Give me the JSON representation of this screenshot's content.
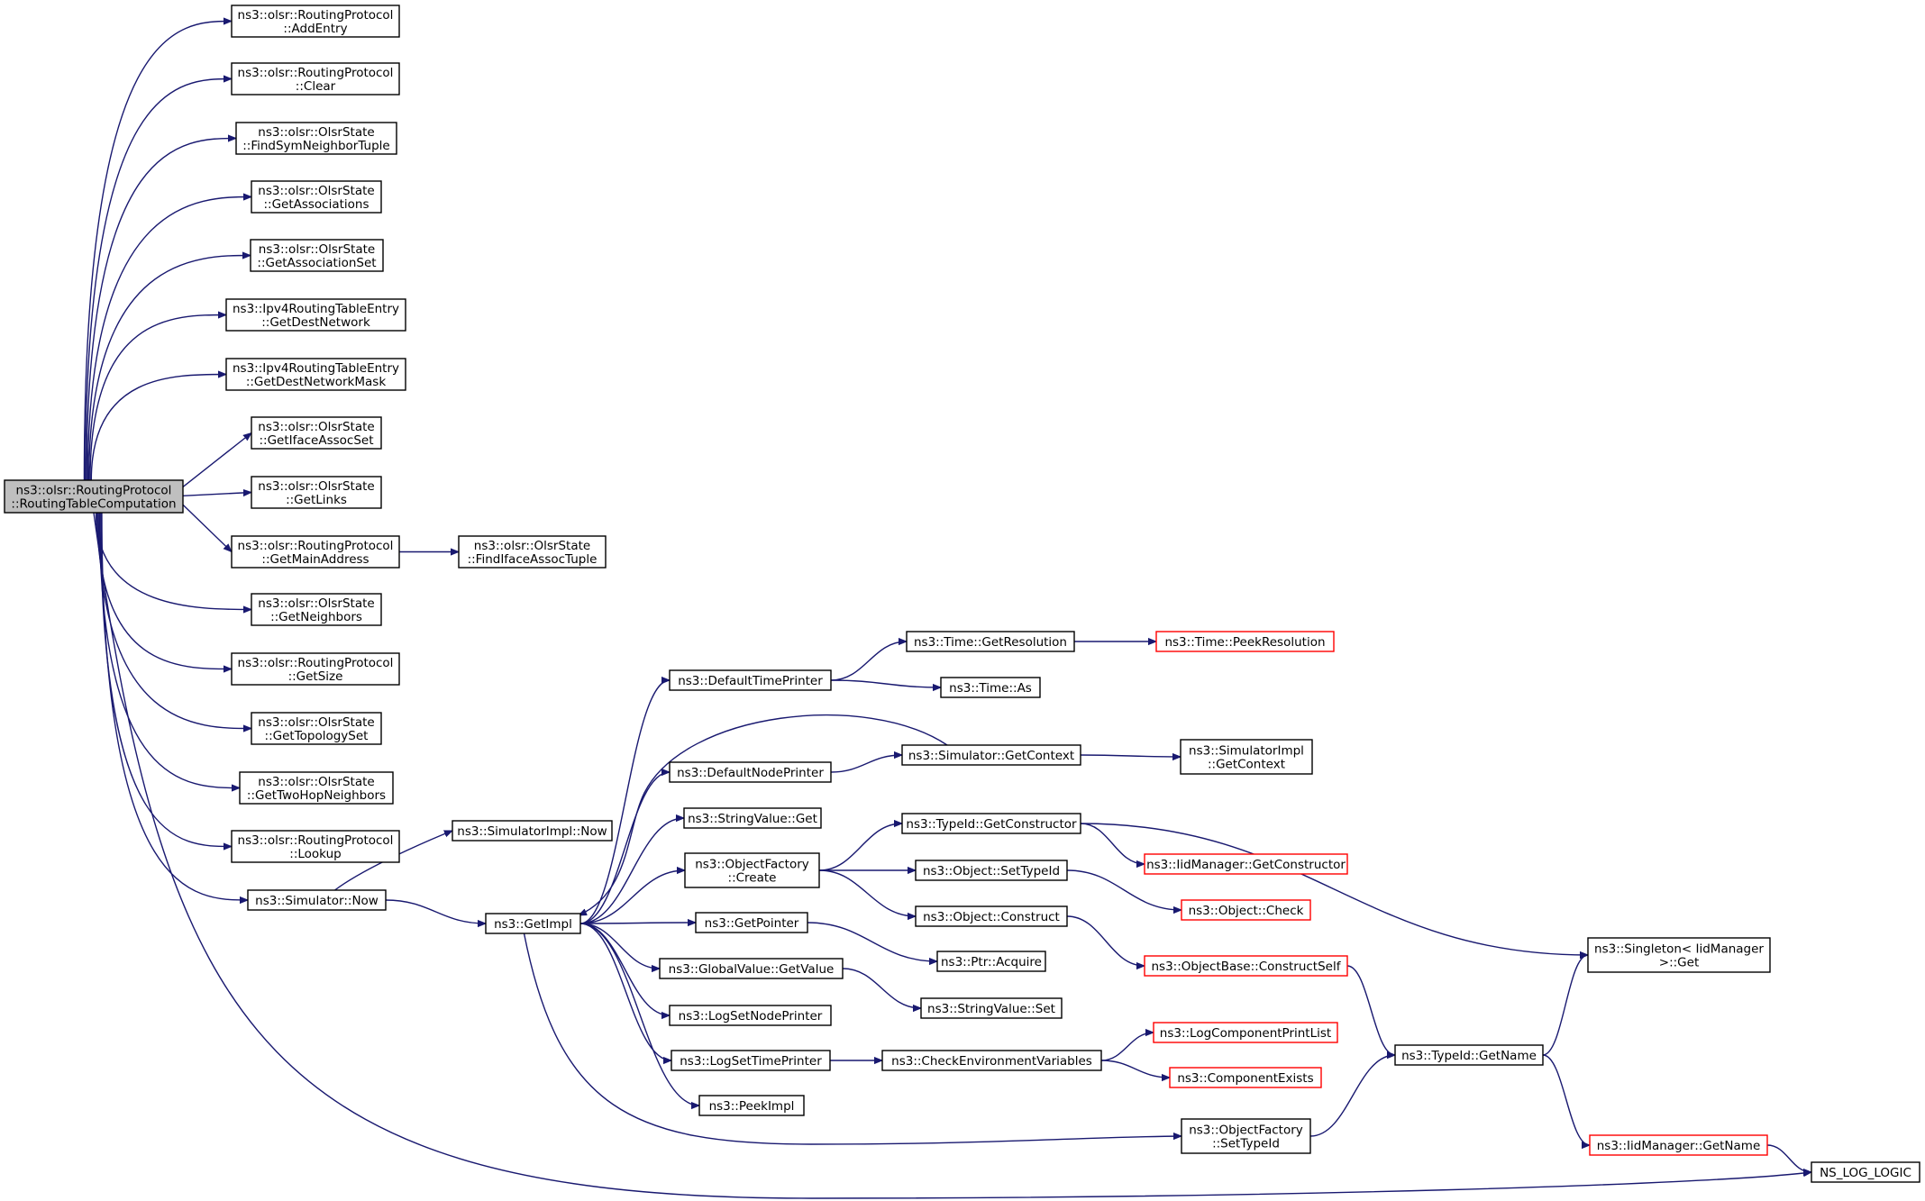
{
  "graph": {
    "nodes": [
      {
        "id": "root",
        "lines": [
          "ns3::olsr::RoutingProtocol",
          "::RoutingTableComputation"
        ],
        "root": true
      },
      {
        "id": "addEntry",
        "lines": [
          "ns3::olsr::RoutingProtocol",
          "::AddEntry"
        ]
      },
      {
        "id": "clear",
        "lines": [
          "ns3::olsr::RoutingProtocol",
          "::Clear"
        ]
      },
      {
        "id": "findSym",
        "lines": [
          "ns3::olsr::OlsrState",
          "::FindSymNeighborTuple"
        ]
      },
      {
        "id": "getAssociations",
        "lines": [
          "ns3::olsr::OlsrState",
          "::GetAssociations"
        ]
      },
      {
        "id": "getAssociationSet",
        "lines": [
          "ns3::olsr::OlsrState",
          "::GetAssociationSet"
        ]
      },
      {
        "id": "getDestNetwork",
        "lines": [
          "ns3::Ipv4RoutingTableEntry",
          "::GetDestNetwork"
        ]
      },
      {
        "id": "getDestNetworkMask",
        "lines": [
          "ns3::Ipv4RoutingTableEntry",
          "::GetDestNetworkMask"
        ]
      },
      {
        "id": "getIfaceAssocSet",
        "lines": [
          "ns3::olsr::OlsrState",
          "::GetIfaceAssocSet"
        ]
      },
      {
        "id": "getLinks",
        "lines": [
          "ns3::olsr::OlsrState",
          "::GetLinks"
        ]
      },
      {
        "id": "getMainAddress",
        "lines": [
          "ns3::olsr::RoutingProtocol",
          "::GetMainAddress"
        ]
      },
      {
        "id": "findIfaceAssoc",
        "lines": [
          "ns3::olsr::OlsrState",
          "::FindIfaceAssocTuple"
        ]
      },
      {
        "id": "getNeighbors",
        "lines": [
          "ns3::olsr::OlsrState",
          "::GetNeighbors"
        ]
      },
      {
        "id": "getSize",
        "lines": [
          "ns3::olsr::RoutingProtocol",
          "::GetSize"
        ]
      },
      {
        "id": "getTopologySet",
        "lines": [
          "ns3::olsr::OlsrState",
          "::GetTopologySet"
        ]
      },
      {
        "id": "getTwoHop",
        "lines": [
          "ns3::olsr::OlsrState",
          "::GetTwoHopNeighbors"
        ]
      },
      {
        "id": "lookup",
        "lines": [
          "ns3::olsr::RoutingProtocol",
          "::Lookup"
        ]
      },
      {
        "id": "simNow",
        "lines": [
          "ns3::Simulator::Now"
        ]
      },
      {
        "id": "simImplNow",
        "lines": [
          "ns3::SimulatorImpl::Now"
        ]
      },
      {
        "id": "getImpl",
        "lines": [
          "ns3::GetImpl"
        ]
      },
      {
        "id": "defTimePrinter",
        "lines": [
          "ns3::DefaultTimePrinter"
        ]
      },
      {
        "id": "timeGetRes",
        "lines": [
          "ns3::Time::GetResolution"
        ]
      },
      {
        "id": "timePeekRes",
        "lines": [
          "ns3::Time::PeekResolution"
        ],
        "red": true
      },
      {
        "id": "timeAs",
        "lines": [
          "ns3::Time::As"
        ]
      },
      {
        "id": "simGetContext",
        "lines": [
          "ns3::Simulator::GetContext"
        ]
      },
      {
        "id": "defNodePrinter",
        "lines": [
          "ns3::DefaultNodePrinter"
        ]
      },
      {
        "id": "simImplGetContext",
        "lines": [
          "ns3::SimulatorImpl",
          "::GetContext"
        ]
      },
      {
        "id": "stringValueGet",
        "lines": [
          "ns3::StringValue::Get"
        ]
      },
      {
        "id": "objFactoryCreate",
        "lines": [
          "ns3::ObjectFactory",
          "::Create"
        ]
      },
      {
        "id": "typeIdGetCtor",
        "lines": [
          "ns3::TypeId::GetConstructor"
        ]
      },
      {
        "id": "iidGetCtor",
        "lines": [
          "ns3::IidManager::GetConstructor"
        ],
        "red": true
      },
      {
        "id": "objSetTypeId",
        "lines": [
          "ns3::Object::SetTypeId"
        ]
      },
      {
        "id": "objCheck",
        "lines": [
          "ns3::Object::Check"
        ],
        "red": true
      },
      {
        "id": "objConstruct",
        "lines": [
          "ns3::Object::Construct"
        ]
      },
      {
        "id": "singletonGet",
        "lines": [
          "ns3::Singleton< IidManager",
          ">::Get"
        ]
      },
      {
        "id": "getPointer",
        "lines": [
          "ns3::GetPointer"
        ]
      },
      {
        "id": "ptrAcquire",
        "lines": [
          "ns3::Ptr::Acquire"
        ]
      },
      {
        "id": "objBaseConstructSelf",
        "lines": [
          "ns3::ObjectBase::ConstructSelf"
        ],
        "red": true
      },
      {
        "id": "globalValueGetValue",
        "lines": [
          "ns3::GlobalValue::GetValue"
        ]
      },
      {
        "id": "stringValueSet",
        "lines": [
          "ns3::StringValue::Set"
        ]
      },
      {
        "id": "logSetNodePrinter",
        "lines": [
          "ns3::LogSetNodePrinter"
        ]
      },
      {
        "id": "logComponentPrintList",
        "lines": [
          "ns3::LogComponentPrintList"
        ],
        "red": true
      },
      {
        "id": "logSetTimePrinter",
        "lines": [
          "ns3::LogSetTimePrinter"
        ]
      },
      {
        "id": "checkEnvVars",
        "lines": [
          "ns3::CheckEnvironmentVariables"
        ]
      },
      {
        "id": "typeIdGetName",
        "lines": [
          "ns3::TypeId::GetName"
        ]
      },
      {
        "id": "componentExists",
        "lines": [
          "ns3::ComponentExists"
        ],
        "red": true
      },
      {
        "id": "peekImpl",
        "lines": [
          "ns3::PeekImpl"
        ]
      },
      {
        "id": "objFactorySetTypeId",
        "lines": [
          "ns3::ObjectFactory",
          "::SetTypeId"
        ]
      },
      {
        "id": "iidGetName",
        "lines": [
          "ns3::IidManager::GetName"
        ],
        "red": true
      },
      {
        "id": "nsLogLogic",
        "lines": [
          "NS_LOG_LOGIC"
        ]
      }
    ],
    "edges": [
      [
        "root",
        "addEntry"
      ],
      [
        "root",
        "clear"
      ],
      [
        "root",
        "findSym"
      ],
      [
        "root",
        "getAssociations"
      ],
      [
        "root",
        "getAssociationSet"
      ],
      [
        "root",
        "getDestNetwork"
      ],
      [
        "root",
        "getDestNetworkMask"
      ],
      [
        "root",
        "getIfaceAssocSet"
      ],
      [
        "root",
        "getLinks"
      ],
      [
        "root",
        "getMainAddress"
      ],
      [
        "root",
        "getNeighbors"
      ],
      [
        "root",
        "getSize"
      ],
      [
        "root",
        "getTopologySet"
      ],
      [
        "root",
        "getTwoHop"
      ],
      [
        "root",
        "lookup"
      ],
      [
        "root",
        "simNow"
      ],
      [
        "root",
        "nsLogLogic"
      ],
      [
        "getMainAddress",
        "findIfaceAssoc"
      ],
      [
        "simNow",
        "simImplNow"
      ],
      [
        "simNow",
        "getImpl"
      ],
      [
        "getImpl",
        "defTimePrinter"
      ],
      [
        "getImpl",
        "defNodePrinter"
      ],
      [
        "getImpl",
        "stringValueGet"
      ],
      [
        "getImpl",
        "objFactoryCreate"
      ],
      [
        "getImpl",
        "getPointer"
      ],
      [
        "getImpl",
        "globalValueGetValue"
      ],
      [
        "getImpl",
        "logSetNodePrinter"
      ],
      [
        "getImpl",
        "logSetTimePrinter"
      ],
      [
        "getImpl",
        "peekImpl"
      ],
      [
        "getImpl",
        "objFactorySetTypeId"
      ],
      [
        "defTimePrinter",
        "timeGetRes"
      ],
      [
        "defTimePrinter",
        "timeAs"
      ],
      [
        "timeGetRes",
        "timePeekRes"
      ],
      [
        "defNodePrinter",
        "simGetContext"
      ],
      [
        "simGetContext",
        "simImplGetContext"
      ],
      [
        "simGetContext",
        "getImpl"
      ],
      [
        "objFactoryCreate",
        "typeIdGetCtor"
      ],
      [
        "objFactoryCreate",
        "objSetTypeId"
      ],
      [
        "objFactoryCreate",
        "objConstruct"
      ],
      [
        "typeIdGetCtor",
        "iidGetCtor"
      ],
      [
        "typeIdGetCtor",
        "singletonGet"
      ],
      [
        "objSetTypeId",
        "objCheck"
      ],
      [
        "objConstruct",
        "objBaseConstructSelf"
      ],
      [
        "getPointer",
        "ptrAcquire"
      ],
      [
        "globalValueGetValue",
        "stringValueSet"
      ],
      [
        "logSetTimePrinter",
        "checkEnvVars"
      ],
      [
        "checkEnvVars",
        "logComponentPrintList"
      ],
      [
        "checkEnvVars",
        "componentExists"
      ],
      [
        "objBaseConstructSelf",
        "typeIdGetName"
      ],
      [
        "objFactorySetTypeId",
        "typeIdGetName"
      ],
      [
        "typeIdGetName",
        "singletonGet"
      ],
      [
        "typeIdGetName",
        "iidGetName"
      ],
      [
        "iidGetName",
        "nsLogLogic"
      ]
    ]
  }
}
